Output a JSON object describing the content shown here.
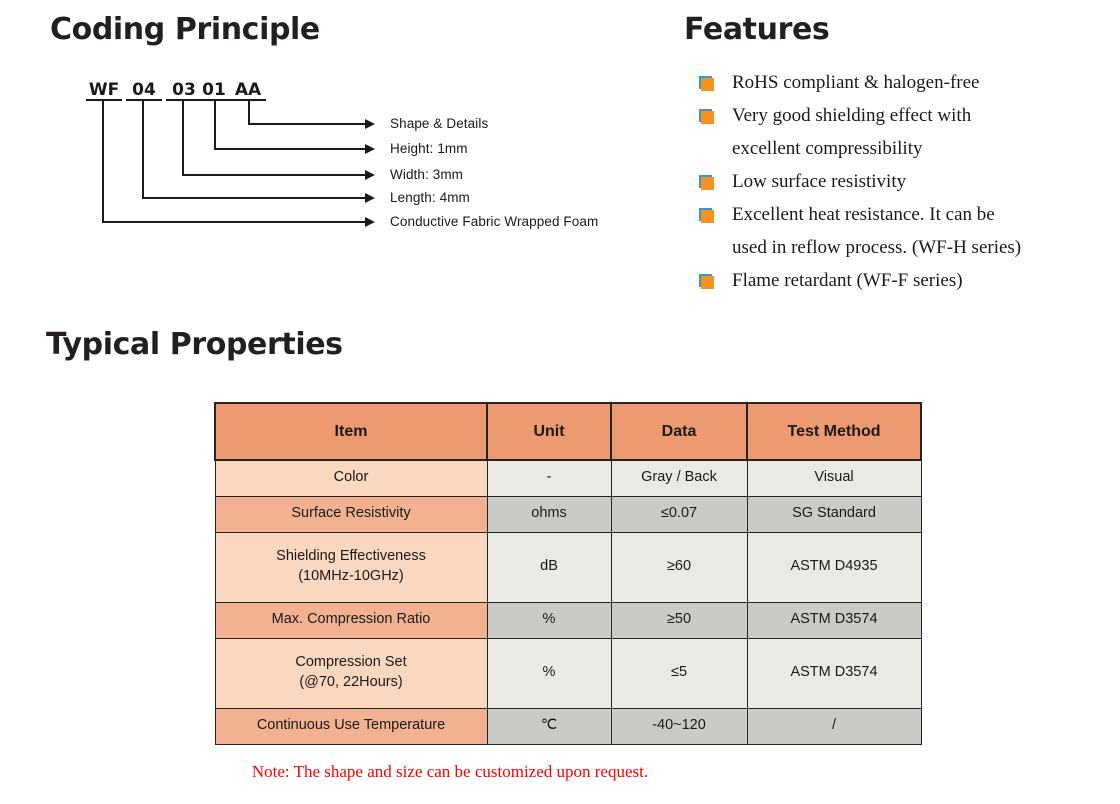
{
  "sections": {
    "coding": {
      "title": "Coding Principle"
    },
    "features": {
      "title": "Features"
    },
    "properties": {
      "title": "Typical Properties"
    }
  },
  "coding": {
    "segments": [
      {
        "text": "WF"
      },
      {
        "text": "04"
      },
      {
        "text": "03"
      },
      {
        "text": "01"
      },
      {
        "text": "AA"
      }
    ],
    "leaders": [
      {
        "label": "Shape & Details"
      },
      {
        "label": "Height: 1mm"
      },
      {
        "label": "Width: 3mm"
      },
      {
        "label": "Length: 4mm"
      },
      {
        "label": "Conductive Fabric Wrapped Foam"
      }
    ]
  },
  "features": {
    "bullet_colors": {
      "front": "#f59220",
      "back": "#2e9bd6"
    },
    "items": [
      {
        "text": "RoHS compliant & halogen-free"
      },
      {
        "text": "Very good shielding effect with\nexcellent compressibility"
      },
      {
        "text": "Low surface resistivity"
      },
      {
        "text": "Excellent heat resistance. It can be\nused in reflow process. (WF-H series)"
      },
      {
        "text": "Flame retardant (WF-F series)"
      }
    ]
  },
  "table": {
    "colors": {
      "header": "#ee9a70",
      "item_dark": "#f2b291",
      "item_light": "#fad8c0",
      "cell_dark": "#c9cbc6",
      "cell_light": "#e9eae4",
      "border": "#242424"
    },
    "headers": [
      "Item",
      "Unit",
      "Data",
      "Test Method"
    ],
    "rows": [
      {
        "item": "Color",
        "unit": "-",
        "data": "Gray / Back",
        "method": "Visual",
        "shade": "light"
      },
      {
        "item": "Surface Resistivity",
        "unit": "ohms",
        "data": "≤0.07",
        "method": "SG Standard",
        "shade": "dark"
      },
      {
        "item": "Shielding Effectiveness\n(10MHz-10GHz)",
        "unit": "dB",
        "data": "≥60",
        "method": "ASTM D4935",
        "shade": "light"
      },
      {
        "item": "Max. Compression Ratio",
        "unit": "%",
        "data": "≥50",
        "method": "ASTM D3574",
        "shade": "dark"
      },
      {
        "item": "Compression Set\n(@70, 22Hours)",
        "unit": "%",
        "data": "≤5",
        "method": "ASTM D3574",
        "shade": "light"
      },
      {
        "item": "Continuous Use Temperature",
        "unit": "℃",
        "data": "-40~120",
        "method": "/",
        "shade": "dark"
      }
    ]
  },
  "note": {
    "text": "Note: The shape and size can be customized upon request."
  }
}
